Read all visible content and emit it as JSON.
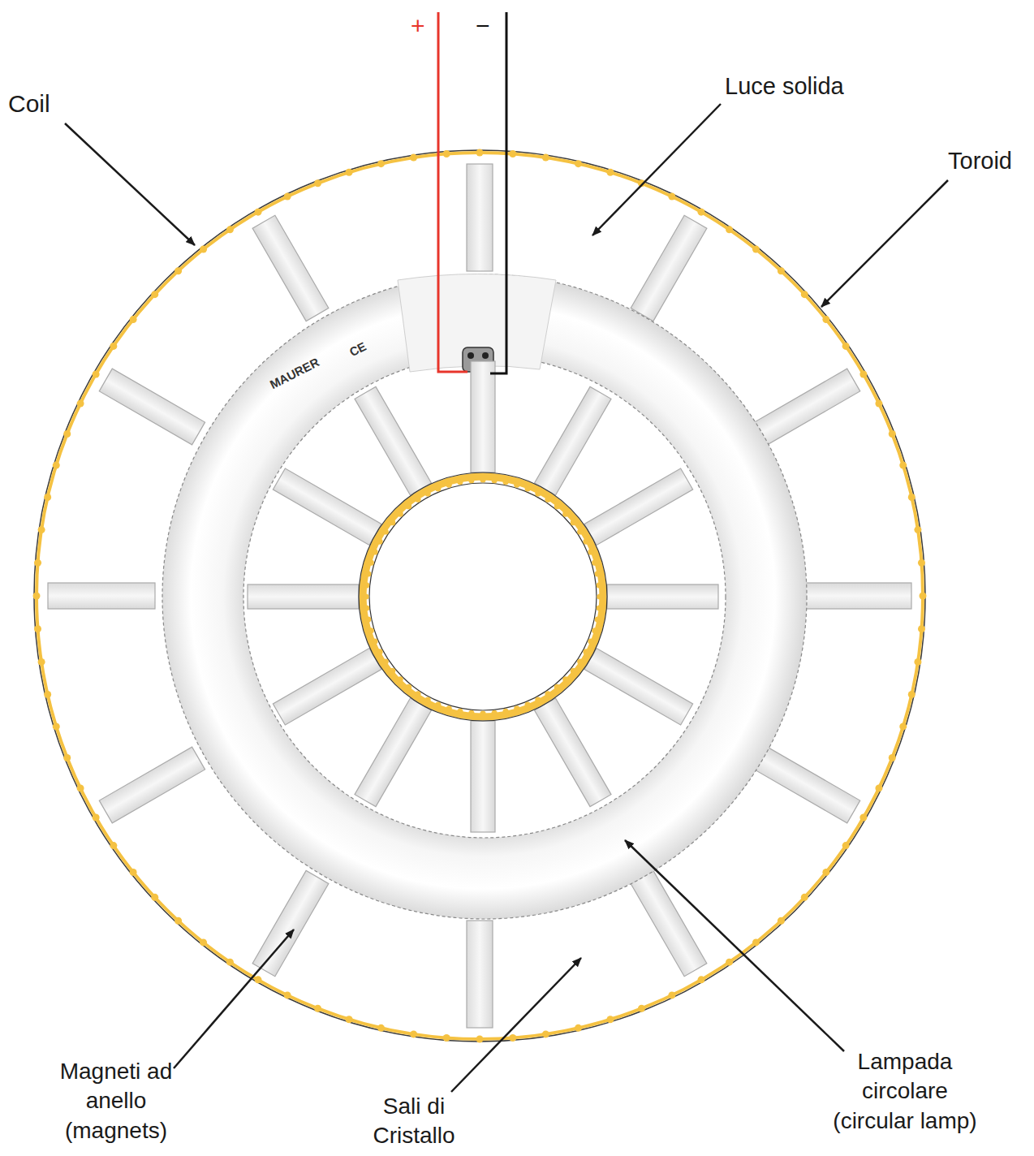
{
  "diagram": {
    "labels": [
      "+",
      "−",
      "Coil",
      "Luce solida",
      "Toroid",
      "Magneti ad anello (magnets)",
      "Sali di Cristallo",
      "Lampada circolare (circular lamp)",
      "MAURER",
      "CE"
    ]
  }
}
